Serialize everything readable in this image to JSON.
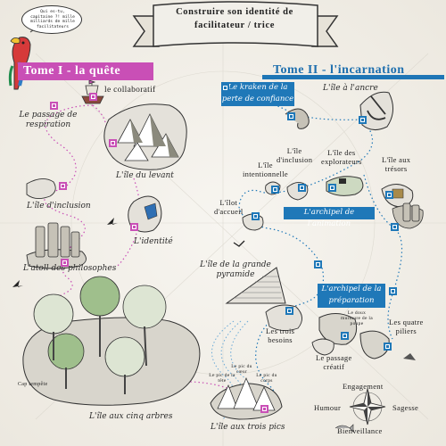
{
  "title": {
    "line1": "Construire son identité de",
    "line2": "facilitateur / trice"
  },
  "parrot_bubble": {
    "line1": "Qui es-tu,",
    "line2": "capitaine ?! mille",
    "line3": "milliards de mille facilitateurs"
  },
  "tome1": {
    "label": "Tome I - la quête"
  },
  "tome2": {
    "label": "Tome II - l'incarnation"
  },
  "places": {
    "collaboratif": "le collaboratif",
    "passage_respiration": "Le passage de respiration",
    "ile_levant": "L'île du levant",
    "ile_inclusion_1": "L'île d'inclusion",
    "identite": "L'identité",
    "atoll": "L'atoll des philosophes",
    "cap_tempete": "Cap tempête",
    "ile_cinq_arbres": "L'île aux cinq arbres",
    "kraken": "Le kraken de la perte de confiance",
    "ile_ancre": "L'île à l'ancre",
    "ile_intentionnelle_1": "L'île",
    "ile_intentionnelle_2": "intentionnelle",
    "ile_inclusion_2a": "L'île",
    "ile_inclusion_2b": "d'inclusion",
    "ile_explorateurs_1": "L'île des",
    "ile_explorateurs_2": "explorateurs",
    "ile_tresors_1": "L'île aux",
    "ile_tresors_2": "trésors",
    "ilot_accueil_1": "L'îlot",
    "ilot_accueil_2": "d'accueil",
    "archipel_animation": "L'archipel de l'animation",
    "grande_pyramide": "L'île de la grande pyramide",
    "archipel_preparation": "L'archipel de la préparation",
    "trois_besoins_1": "Les trois",
    "trois_besoins_2": "besoins",
    "doux_murmure": "Le doux murmure de la poupe",
    "quatre_piliers_1": "Les quatre",
    "quatre_piliers_2": "piliers",
    "passage_creatif_1": "Le passage",
    "passage_creatif_2": "créatif",
    "pic_coeur": "Le pic du cœur",
    "pic_tete": "Le pic de la tête",
    "pic_corps": "Le pic du corps",
    "trois_pics": "L'île aux trois pics"
  },
  "compass": {
    "north": "Engagement",
    "west": "Humour",
    "east": "Sagesse",
    "south": "Bienveillance"
  },
  "colors": {
    "tome1": "#c94fb6",
    "tome2": "#1f78b8",
    "ink": "#2b2b2b",
    "paper": "#f3f1ec"
  }
}
